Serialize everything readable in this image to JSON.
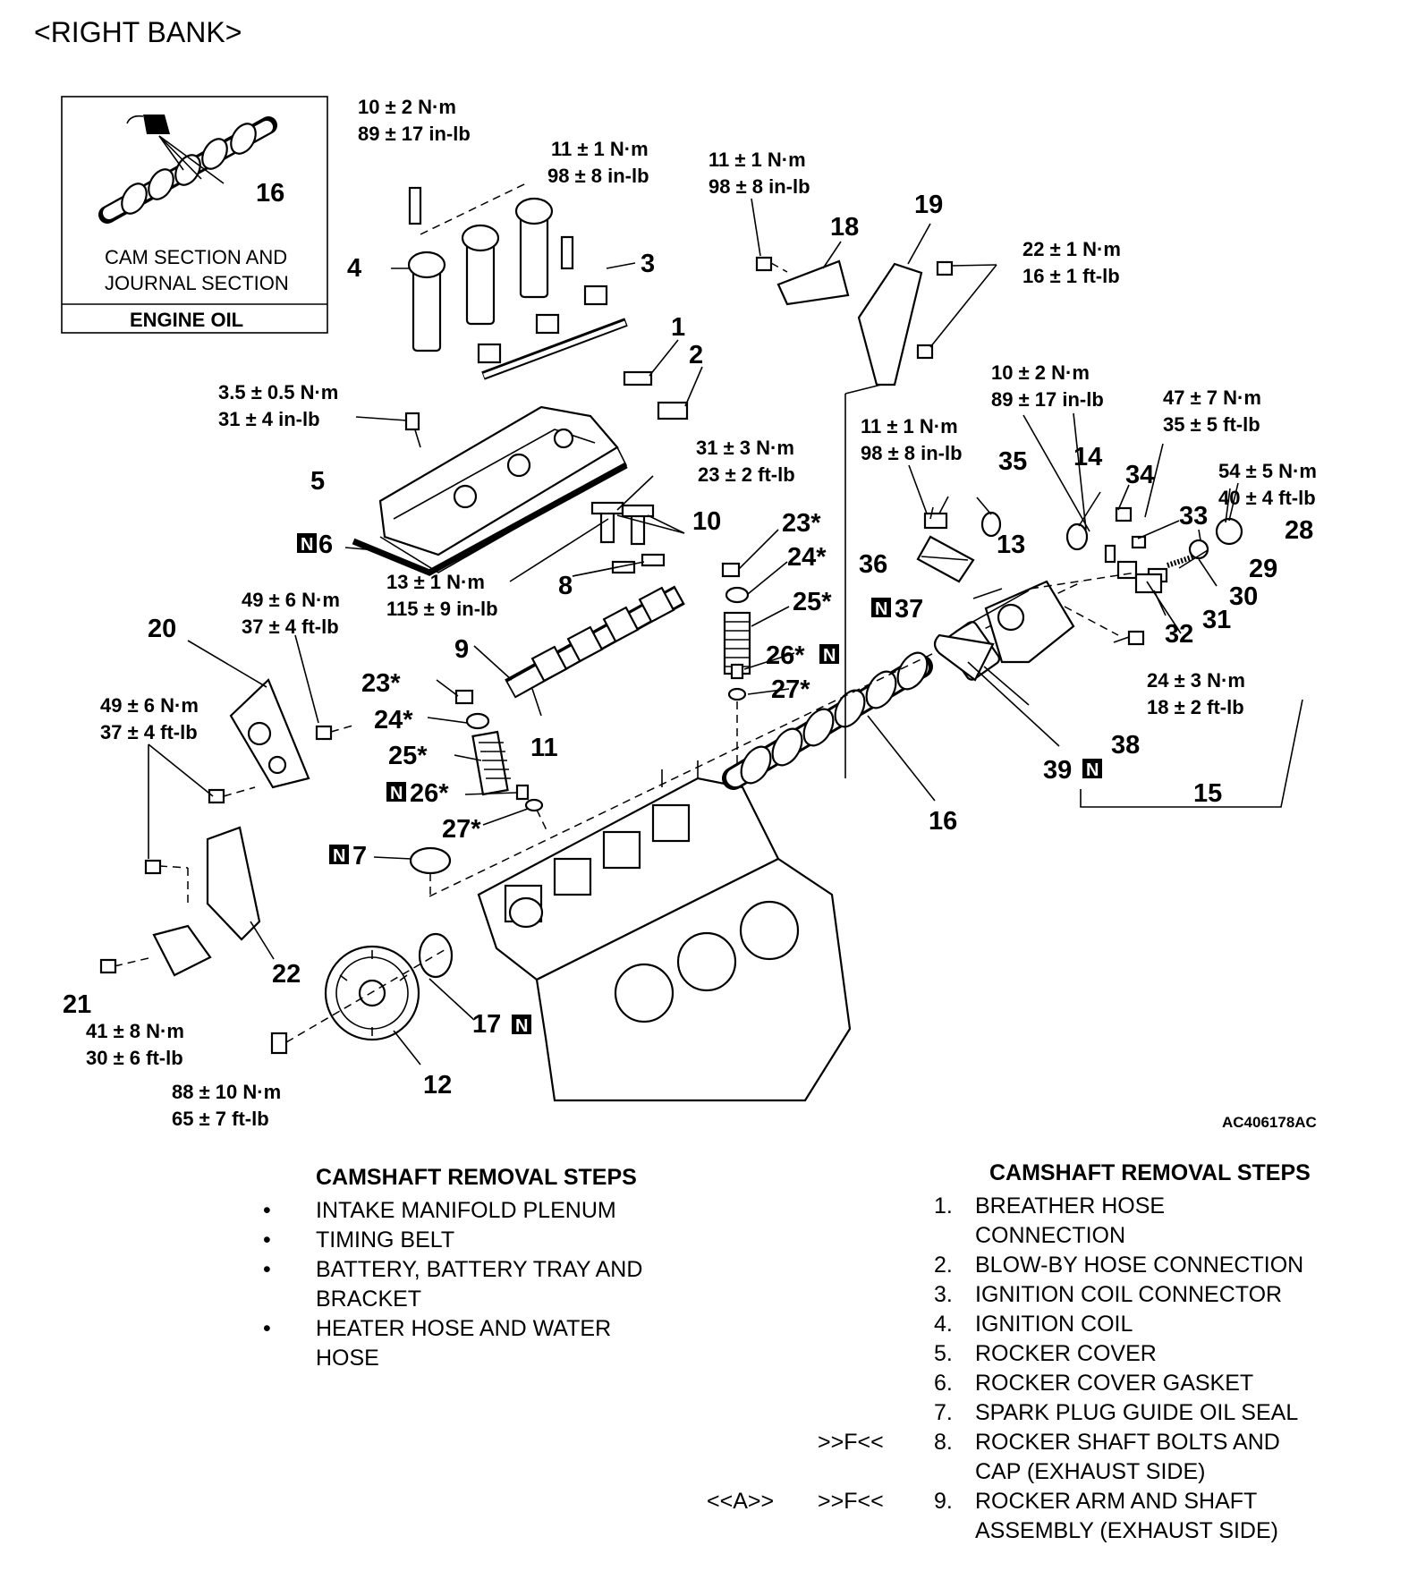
{
  "header": {
    "title": "<RIGHT BANK>"
  },
  "inset": {
    "part_number": "16",
    "caption_line1": "CAM SECTION AND",
    "caption_line2": "JOURNAL SECTION",
    "footer": "ENGINE OIL"
  },
  "reference_code": "AC406178AC",
  "part_labels": {
    "p1": "1",
    "p2": "2",
    "p3": "3",
    "p4": "4",
    "p5": "5",
    "p6": "6",
    "p7": "7",
    "p8": "8",
    "p9": "9",
    "p10": "10",
    "p11": "11",
    "p12": "12",
    "p13": "13",
    "p14": "14",
    "p15": "15",
    "p16": "16",
    "p17": "17",
    "p18": "18",
    "p19": "19",
    "p20": "20",
    "p21": "21",
    "p22": "22",
    "p23a": "23*",
    "p23b": "23*",
    "p24a": "24*",
    "p24b": "24*",
    "p25a": "25*",
    "p25b": "25*",
    "p26a": "26*",
    "p26b": "26*",
    "p27a": "27*",
    "p27b": "27*",
    "p28": "28",
    "p29": "29",
    "p30": "30",
    "p31": "31",
    "p32": "32",
    "p33": "33",
    "p34": "34",
    "p35": "35",
    "p36": "36",
    "p37": "37",
    "p38": "38",
    "p39": "39"
  },
  "badge_letter": "N",
  "torques": {
    "t_coil_l1": "10 ± 2 N·m",
    "t_coil_l2": "89 ± 17 in-lb",
    "t_conn_l1": "11 ± 1 N·m",
    "t_conn_l2": "98 ± 8 in-lb",
    "t_brk18_l1": "11 ± 1 N·m",
    "t_brk18_l2": "98 ± 8 in-lb",
    "t_brk19_l1": "22 ± 1 N·m",
    "t_brk19_l2": "16 ± 1 ft-lb",
    "t_cover_l1": "3.5 ± 0.5 N·m",
    "t_cover_l2": "31 ± 4 in-lb",
    "t_rocker_l1": "31 ± 3 N·m",
    "t_rocker_l2": "23 ± 2 ft-lb",
    "t_rocker2_l1": "13 ± 1 N·m",
    "t_rocker2_l2": "115 ± 9 in-lb",
    "t_oil36_l1": "11 ± 1 N·m",
    "t_oil36_l2": "98 ± 8 in-lb",
    "t_sol35_l1": "10 ± 2 N·m",
    "t_sol35_l2": "89 ± 17 in-lb",
    "t_plug33_l1": "47 ± 7 N·m",
    "t_plug33_l2": "35 ± 5 ft-lb",
    "t_plug28_l1": "54 ± 5 N·m",
    "t_plug28_l2": "40 ± 4 ft-lb",
    "t_bolt32_l1": "24 ± 3 N·m",
    "t_bolt32_l2": "18 ± 2 ft-lb",
    "t_brk20a_l1": "49 ± 6 N·m",
    "t_brk20a_l2": "37 ± 4 ft-lb",
    "t_brk20b_l1": "49 ± 6 N·m",
    "t_brk20b_l2": "37 ± 4 ft-lb",
    "t_bolt21_l1": "41 ± 8 N·m",
    "t_bolt21_l2": "30 ± 6 ft-lb",
    "t_sprocket_l1": "88 ± 10 N·m",
    "t_sprocket_l2": "65 ± 7 ft-lb"
  },
  "steps_left": {
    "title": "CAMSHAFT REMOVAL STEPS",
    "bullet": "•",
    "items": [
      {
        "lines": [
          "INTAKE MANIFOLD PLENUM"
        ]
      },
      {
        "lines": [
          "TIMING BELT"
        ]
      },
      {
        "lines": [
          "BATTERY, BATTERY TRAY AND",
          "BRACKET"
        ]
      },
      {
        "lines": [
          "HEATER HOSE AND WATER",
          "HOSE"
        ]
      }
    ]
  },
  "steps_right": {
    "title": "CAMSHAFT REMOVAL STEPS",
    "items": [
      {
        "num": "1.",
        "pre_a": "",
        "pre_f": "",
        "lines": [
          "BREATHER HOSE",
          "CONNECTION"
        ]
      },
      {
        "num": "2.",
        "pre_a": "",
        "pre_f": "",
        "lines": [
          "BLOW-BY HOSE CONNECTION"
        ]
      },
      {
        "num": "3.",
        "pre_a": "",
        "pre_f": "",
        "lines": [
          "IGNITION COIL CONNECTOR"
        ]
      },
      {
        "num": "4.",
        "pre_a": "",
        "pre_f": "",
        "lines": [
          "IGNITION COIL"
        ]
      },
      {
        "num": "5.",
        "pre_a": "",
        "pre_f": "",
        "lines": [
          "ROCKER COVER"
        ]
      },
      {
        "num": "6.",
        "pre_a": "",
        "pre_f": "",
        "lines": [
          "ROCKER COVER GASKET"
        ]
      },
      {
        "num": "7.",
        "pre_a": "",
        "pre_f": "",
        "lines": [
          "SPARK PLUG GUIDE OIL SEAL"
        ]
      },
      {
        "num": "8.",
        "pre_a": "",
        "pre_f": ">>F<<",
        "lines": [
          "ROCKER SHAFT BOLTS AND",
          "CAP (EXHAUST SIDE)"
        ]
      },
      {
        "num": "9.",
        "pre_a": "<<A>>",
        "pre_f": ">>F<<",
        "lines": [
          "ROCKER ARM AND SHAFT",
          "ASSEMBLY (EXHAUST SIDE)"
        ]
      }
    ]
  }
}
